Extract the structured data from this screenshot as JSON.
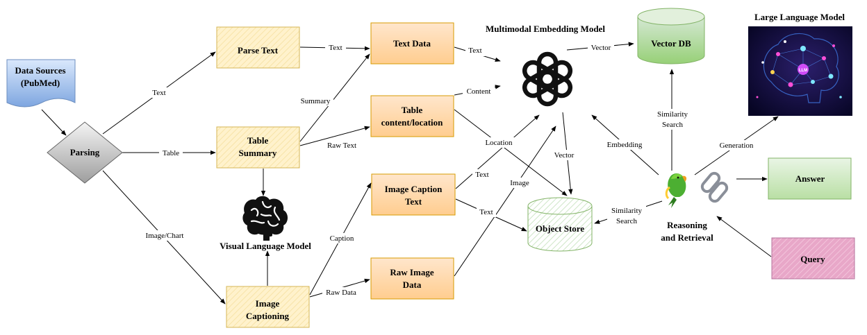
{
  "nodes": {
    "data_sources": [
      "Data Sources",
      "(PubMed)"
    ],
    "parsing": "Parsing",
    "parse_text": "Parse Text",
    "table_summary": [
      "Table",
      "Summary"
    ],
    "visual_language_model": "Visual Language Model",
    "image_captioning": [
      "Image",
      "Captioning"
    ],
    "text_data": "Text Data",
    "table_content": [
      "Table",
      "content/location"
    ],
    "image_caption_text": [
      "Image Caption",
      "Text"
    ],
    "raw_image_data": [
      "Raw Image",
      "Data"
    ],
    "multimodal_embedding_model": "Multimodal Embedding Model",
    "vector_db": "Vector DB",
    "object_store": "Object Store",
    "large_language_model": "Large Language Model",
    "reasoning_retrieval": [
      "Reasoning",
      "and Retrieval"
    ],
    "answer": "Answer",
    "query": "Query",
    "llm_badge": "LLM"
  },
  "edges": {
    "text": "Text",
    "table": "Table",
    "image_chart": "Image/Chart",
    "summary": "Summary",
    "raw_text": "Raw Text",
    "caption": "Caption",
    "raw_data": "Raw Data",
    "content": "Content",
    "location": "Location",
    "image": "Image",
    "vector": "Vector",
    "embedding": "Embedding",
    "similarity_search": [
      "Similarity",
      "Search"
    ],
    "generation": "Generation"
  },
  "colors": {
    "yellow_fill": "#fff2cc",
    "yellow_stroke": "#d6b656",
    "orange_fill": "#ffe6cc",
    "orange_stroke": "#d79b00",
    "green_fill": "#d5e8d4",
    "green_stroke": "#82b366",
    "pink_fill": "#e6a0c4",
    "pink_stroke": "#b5739d",
    "blue_fill": "#a9c4eb",
    "blue_stroke": "#6c8ebf"
  }
}
